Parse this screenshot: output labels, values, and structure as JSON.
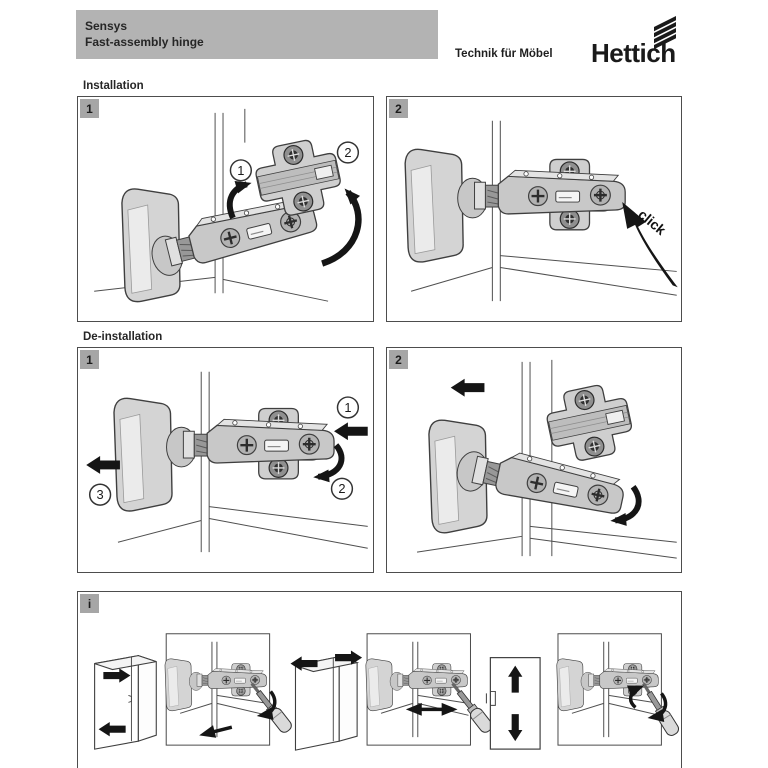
{
  "header": {
    "product": "Sensys",
    "subtitle": "Fast-assembly hinge",
    "tagline": "Technik für Möbel",
    "brand": "Hettich"
  },
  "installation": {
    "title": "Installation",
    "panel1": {
      "badge": "1",
      "step1": "1",
      "step2": "2"
    },
    "panel2": {
      "badge": "2",
      "click": "click"
    }
  },
  "deinstallation": {
    "title": "De-installation",
    "panel1": {
      "badge": "1",
      "step1": "1",
      "step2": "2",
      "step3": "3"
    },
    "panel2": {
      "badge": "2"
    }
  },
  "info": {
    "badge": "i"
  },
  "colors": {
    "header_bar": "#b3b3b3",
    "badge_bg": "#a6a6a6",
    "panel_border": "#4d4d4d",
    "ink": "#151515",
    "metal_gray": "#c8c8c8",
    "door_gray": "#d4d4d4"
  }
}
